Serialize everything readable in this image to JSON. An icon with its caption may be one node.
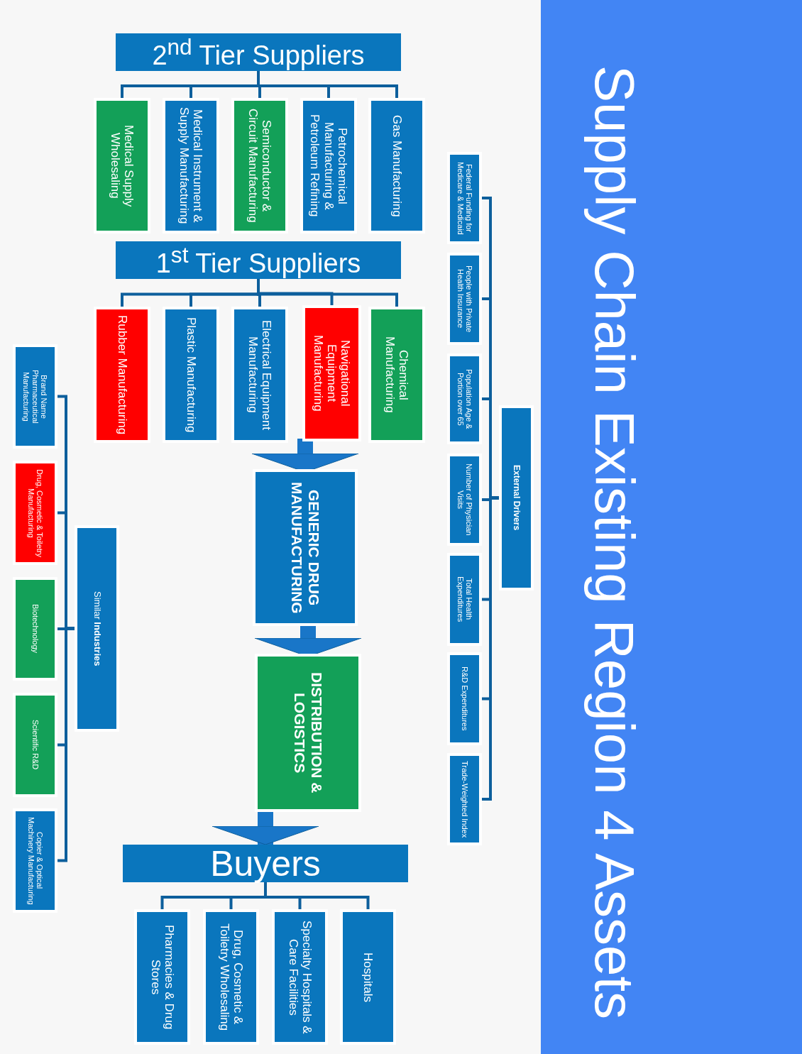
{
  "diagram": {
    "title": "Supply Chain Existing Region 4 Assets",
    "nodes": [
      {
        "text": [
          "2$^{nd}$ Tier Suppliers"
        ]
      },
      {
        "text": [
          "Medical Supply Wholesaling"
        ]
      },
      {
        "text": [
          "Medical Instrument & Supply Manufacturing"
        ]
      },
      {
        "text": [
          "Semiconductor & Circuit Manufacturing"
        ]
      },
      {
        "text": [
          "Petrochemical Manufacturing & Petroleum Refining"
        ]
      },
      {
        "text": [
          "Gas Manufacturing"
        ]
      },
      {
        "text": [
          "1$^{st}$ Tier Suppliers"
        ]
      },
      {
        "text": [
          "Rubber Manufacturing"
        ]
      },
      {
        "text": [
          "Plastic Manufacturing"
        ]
      },
      {
        "text": [
          "Electrical Equipment Manufacturing"
        ]
      },
      {
        "text": [
          "Navigational Equipment Manufacturing"
        ]
      },
      {
        "text": [
          "Chemical Manufacturing"
        ]
      },
      {
        "text": [
          "GENERIC DRUG MANUFACTURING"
        ]
      },
      {
        "text": [
          "DISTRIBUTION & LOGISTICS"
        ]
      },
      {
        "text": [
          "Buyers"
        ]
      },
      {
        "text": [
          "Pharmacies & Drug Stores"
        ]
      },
      {
        "text": [
          "Drug, Cosmetic & Toiletry Wholesaling"
        ]
      },
      {
        "text": [
          "Specialty Hospitals & Care Facilities"
        ]
      },
      {
        "text": [
          "Hospitals"
        ]
      },
      {
        "text": [
          "External Drivers"
        ]
      },
      {
        "text": [
          "Federal Funding for Medicare & Medicaid"
        ]
      },
      {
        "text": [
          "People with Private Health Insurance"
        ]
      },
      {
        "text": [
          "Population Age & Portion over 65"
        ]
      },
      {
        "text": [
          "Number of Physician Visits"
        ]
      },
      {
        "text": [
          "Total Health Expenditures"
        ]
      },
      {
        "text": [
          "R&D Expenditures"
        ]
      },
      {
        "text": [
          "Trade-Weighted Index"
        ]
      },
      {
        "text": [
          "Similar **Industries**"
        ]
      },
      {
        "text": [
          "Brand Name Pharmaceutical Manufacturing"
        ]
      },
      {
        "text": [
          "Drug, Cosmetic & Toiletry Manufacturing"
        ]
      },
      {
        "text": [
          "Biotechnology"
        ]
      },
      {
        "text": [
          "Scientific R&D"
        ]
      },
      {
        "text": [
          "Copier & Optical Machinery Manufacturing"
        ]
      }
    ],
    "edges": [
      {
        "from": 0,
        "to": 1,
        "arrow": "none"
      },
      {
        "from": 0,
        "to": 2,
        "arrow": "none"
      },
      {
        "from": 0,
        "to": 3,
        "arrow": "none"
      },
      {
        "from": 0,
        "to": 4,
        "arrow": "none"
      },
      {
        "from": 0,
        "to": 5,
        "arrow": "none"
      },
      {
        "from": 6,
        "to": 7,
        "arrow": "none"
      },
      {
        "from": 6,
        "to": 8,
        "arrow": "none"
      },
      {
        "from": 6,
        "to": 9,
        "arrow": "none"
      },
      {
        "from": 6,
        "to": 10,
        "arrow": "none"
      },
      {
        "from": 6,
        "to": 11,
        "arrow": "none"
      },
      {
        "from": 10,
        "to": 12,
        "arrow": "to",
        "style": "thick",
        "color": "#1976c8"
      },
      {
        "from": 12,
        "to": 13,
        "arrow": "to",
        "style": "thick",
        "color": "#1976c8"
      },
      {
        "from": 13,
        "to": 14,
        "arrow": "to",
        "style": "thick",
        "color": "#1976c8"
      },
      {
        "from": 14,
        "to": 15,
        "arrow": "none"
      },
      {
        "from": 14,
        "to": 16,
        "arrow": "none"
      },
      {
        "from": 14,
        "to": 17,
        "arrow": "none"
      },
      {
        "from": 14,
        "to": 18,
        "arrow": "none"
      },
      {
        "from": 19,
        "to": 20,
        "arrow": "none"
      },
      {
        "from": 19,
        "to": 21,
        "arrow": "none"
      },
      {
        "from": 19,
        "to": 22,
        "arrow": "none"
      },
      {
        "from": 19,
        "to": 23,
        "arrow": "none"
      },
      {
        "from": 19,
        "to": 24,
        "arrow": "none"
      },
      {
        "from": 19,
        "to": 25,
        "arrow": "none"
      },
      {
        "from": 19,
        "to": 26,
        "arrow": "none"
      },
      {
        "from": 27,
        "to": 28,
        "arrow": "none"
      },
      {
        "from": 27,
        "to": 29,
        "arrow": "none"
      },
      {
        "from": 27,
        "to": 30,
        "arrow": "none"
      },
      {
        "from": 27,
        "to": 31,
        "arrow": "none"
      },
      {
        "from": 27,
        "to": 32,
        "arrow": "none"
      }
    ]
  }
}
